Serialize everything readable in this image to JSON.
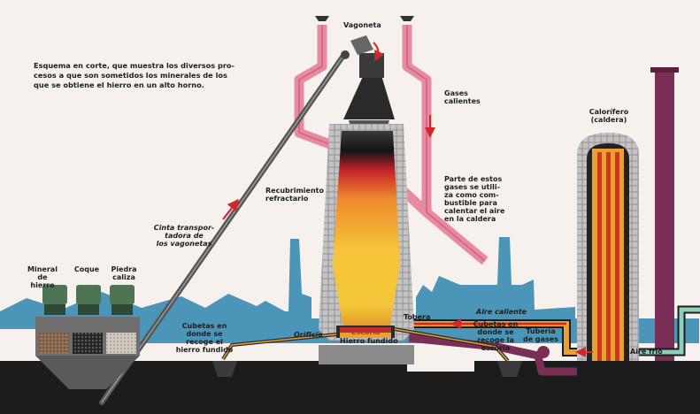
{
  "caption": "Esquema en corte, que muestra los diversos pro-\ncesos a que son sometidos los minerales de los\nque se obtiene el hierro en un alto horno.",
  "labels": {
    "vagoneta": "Vagoneta",
    "gases_calientes": "Gases\ncalientes",
    "calorifero": "Calorífero\n(caldera)",
    "recubrimiento": "Recubrimiento\nrefractario",
    "parte_gases": "Parte de estos\ngases se utili-\nza como com-\nbustible para\ncalentar el aire\nen la caldera",
    "cinta": "Cinta transpor-\ntadora de\nlos vagonetas",
    "mineral": "Mineral\nde hierro",
    "coque": "Coque",
    "piedra": "Piedra\ncaliza",
    "tobera": "Tobera",
    "aire_caliente": "Aire caliente",
    "cubetas_hierro": "Cubetas en\ndonde se\nrecoge el\nhierro fundido",
    "orificio": "Orificio",
    "escoria": "Escoria",
    "hierro_fundido": "Hierro fundido",
    "cubetas_escoria": "Cubetas en\ndonde se\nrecoge la\nescoria",
    "tuberia_gases": "Tubería\nde gases",
    "aire_frio": "Aire frío"
  },
  "colors": {
    "pipe_pink": "#e88aa0",
    "chimney_purple": "#7a2e55",
    "sky_blue": "#4a95b8",
    "furnace_yellow": "#f2c23a",
    "furnace_red": "#d6302a",
    "hot_air_red": "#d0282a",
    "cold_air_green": "#8cd0bc",
    "ground": "#1c1c1c",
    "hopper_green": "#4d7554"
  }
}
